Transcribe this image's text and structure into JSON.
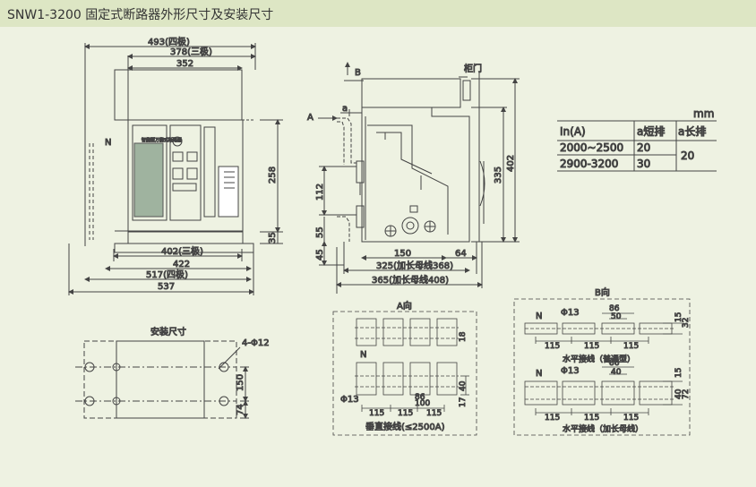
{
  "title": "SNW1-3200 固定式断路器外形尺寸及安装尺寸",
  "front": {
    "d493": "493(四极)",
    "d378": "378(三极)",
    "d352": "352",
    "N": "N",
    "h258": "258",
    "h35": "35",
    "d402": "402(三极)",
    "d422": "422",
    "d517": "517(四极)",
    "d537": "537",
    "panel_label": "智能型万能式断路器"
  },
  "side": {
    "B": "B",
    "cabinet_door": "柜门",
    "A": "A",
    "a": "a",
    "h402": "402",
    "h335": "335",
    "h112": "112",
    "h55": "55",
    "h45": "45",
    "d150": "150",
    "d64": "64",
    "d325": "325(加长母线368)",
    "d365": "365(加长母线408)"
  },
  "table": {
    "unit": "mm",
    "headers": [
      "In(A)",
      "a短排",
      "a长排"
    ],
    "rows": [
      {
        "in": "2000~2500",
        "short": "20"
      },
      {
        "in": "2900-3200",
        "short": "30"
      }
    ],
    "long_merged": "20"
  },
  "install": {
    "title": "安装尺寸",
    "holes": "4-Φ12",
    "h150": "150",
    "h74": "74"
  },
  "viewA": {
    "title": "A向",
    "N": "N",
    "phi": "Φ13",
    "d18": "18",
    "d40": "40",
    "d17": "17",
    "d100": "100",
    "d115a": "115",
    "d115b": "115",
    "d115c": "115",
    "d86": "86",
    "caption": "垂直接线(≤2500A)"
  },
  "viewB": {
    "title": "B向",
    "N1": "N",
    "phi1": "Φ13",
    "d86": "86",
    "d50": "50",
    "d15": "15",
    "d32": "32",
    "d115a": "115",
    "d115b": "115",
    "d115c": "115",
    "caption1": "水平接线（普通型）",
    "N2": "N",
    "phi2": "Φ13",
    "d86b": "86",
    "d40": "40",
    "d15b": "15",
    "d40b": "40",
    "d72": "72",
    "d115d": "115",
    "d115e": "115",
    "d115f": "115",
    "caption2": "水平接线（加长母线）"
  }
}
